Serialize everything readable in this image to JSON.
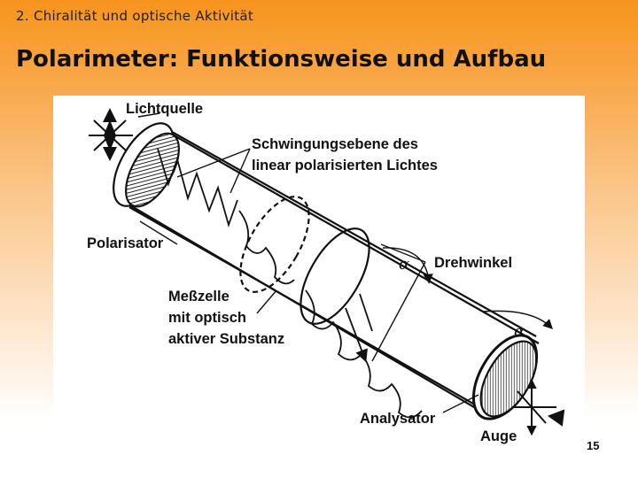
{
  "header": {
    "breadcrumb": "2. Chiralität und optische Aktivität",
    "title": "Polarimeter: Funktionsweise und Aufbau"
  },
  "diagram": {
    "labels": {
      "light_source": "Lichtquelle",
      "oscillation_plane_line1": "Schwingungsebene des",
      "oscillation_plane_line2": "linear polarisierten Lichtes",
      "polarizer": "Polarisator",
      "rotation_symbol_1": "α",
      "rotation_angle": "Drehwinkel",
      "cell_line1": "Meßzelle",
      "cell_line2": "mit optisch",
      "cell_line3": "aktiver Substanz",
      "rotation_symbol_2": "α",
      "analyzer": "Analysator",
      "eye": "Auge"
    }
  },
  "footer": {
    "page_number": "15"
  }
}
